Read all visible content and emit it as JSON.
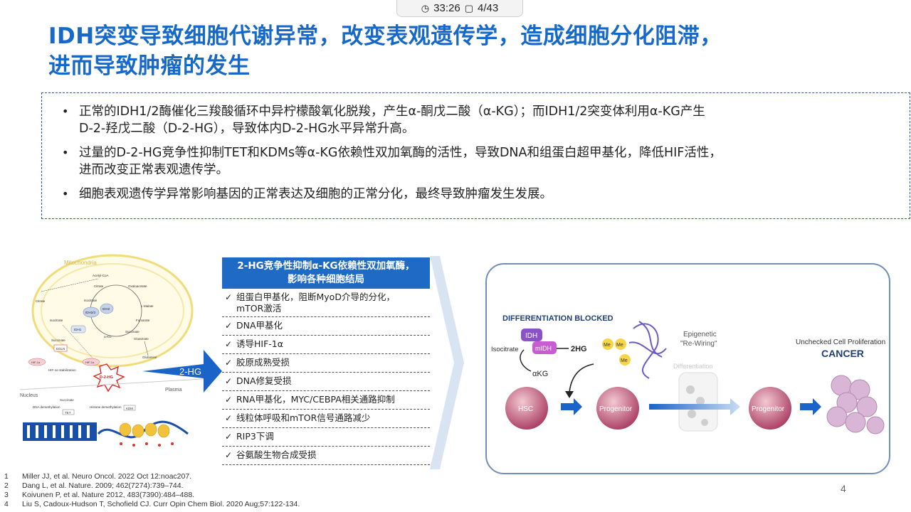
{
  "timer": {
    "time": "33:26",
    "page": "4/43"
  },
  "title": {
    "line1": "IDH突变导致细胞代谢异常，改变表观遗传学，造成细胞分化阻滞，",
    "line2": "进而导致肿瘤的发生"
  },
  "bullets": [
    {
      "line1": "正常的IDH1/2酶催化三羧酸循环中异柠檬酸氧化脱羧，产生α-酮戊二酸（α-KG）；而IDH1/2突变体利用α-KG产生",
      "line2": "D-2-羟戊二酸（D-2-HG），导致体内D-2-HG水平异常升高。"
    },
    {
      "line1": "过量的D-2-HG竞争性抑制TET和KDMs等α-KG依赖性双加氧酶的活性，导致DNA和组蛋白超甲基化，降低HIF活性，",
      "line2": "进而改变正常表观遗传学。"
    },
    {
      "line1": "细胞表观遗传学异常影响基因的正常表达及细胞的正常分化，最终导致肿瘤发生发展。",
      "line2": ""
    }
  ],
  "mito": {
    "mitochondria": "Mitochondria",
    "nucleus": "Nucleus",
    "plasma": "Plasma",
    "d2hg": "D-2-HG",
    "idh1": "IDH1",
    "idh23": "IDH2/3",
    "idh2": "IDH2",
    "citrate": "Citrate",
    "isocitrate": "Isocitrate",
    "akg": "α-KG",
    "succinate": "Succinate",
    "fumarate": "Fumarate",
    "malate": "L-Malate",
    "oxaloacetate": "Oxaloacetate",
    "acetylcoa": "Acetyl-CoA",
    "glutamate": "Glutamate",
    "glutamine": "Glutamine",
    "egln": "EGLN",
    "hif1a": "HIF-1α",
    "hifstab": "HIF-1α stabilization",
    "tet": "TET",
    "kdm": "KDM",
    "dnademeth": "DNA demethylation",
    "histdemeth": "Histone demethylation"
  },
  "arrow_label": "2-HG",
  "table": {
    "header_line1": "2-HG竞争性抑制α-KG依赖性双加氧酶，",
    "header_line2": "影响各种细胞结局",
    "check": "✓",
    "rows": [
      {
        "line1": "组蛋白甲基化，阻断MyoD介导的分化，",
        "line2": "mTOR激活"
      },
      {
        "line1": "DNA甲基化",
        "line2": ""
      },
      {
        "line1": "诱导HIF-1α",
        "line2": ""
      },
      {
        "line1": "胶原成熟受损",
        "line2": ""
      },
      {
        "line1": "DNA修复受损",
        "line2": ""
      },
      {
        "line1": "RNA甲基化，MYC/CEBPA相关通路抑制",
        "line2": ""
      },
      {
        "line1": "线粒体呼吸和mTOR信号通路减少",
        "line2": ""
      },
      {
        "line1": "RIP3下调",
        "line2": ""
      },
      {
        "line1": "谷氨酸生物合成受损",
        "line2": ""
      }
    ]
  },
  "panel": {
    "blocked": "DIFFERENTIATION BLOCKED",
    "idh": "IDH",
    "midh": "mIDH",
    "isocitrate": "Isocitrate",
    "akg": "αKG",
    "twohg": "2HG",
    "epigenetic1": "Epigenetic",
    "epigenetic2": "\"Re-Wiring\"",
    "differentiation": "Differentiation",
    "me": "Me",
    "hsc": "HSC",
    "progenitor": "Progenitor",
    "unchecked": "Unchecked Cell Proliferation",
    "cancer": "CANCER"
  },
  "references": [
    {
      "num": "1",
      "text": "Miller JJ, et al. Neuro Oncol. 2022 Oct 12:noac207."
    },
    {
      "num": "2",
      "text": "Dang L, et al. Nature. 2009; 462(7274):739–744."
    },
    {
      "num": "3",
      "text": "Koivunen P, et al. Nature 2012, 483(7390):484–488."
    },
    {
      "num": "4",
      "text": "Liu S, Cadoux-Hudson T, Schofield CJ. Curr Opin Chem Biol. 2020 Aug;57:122-134."
    }
  ],
  "page_number": "4",
  "colors": {
    "title": "#1769c9",
    "table_header": "#1f6ac4",
    "arrow": "#1a63c9",
    "panel_border": "#6f8fb7",
    "cell": "#a8395f"
  }
}
